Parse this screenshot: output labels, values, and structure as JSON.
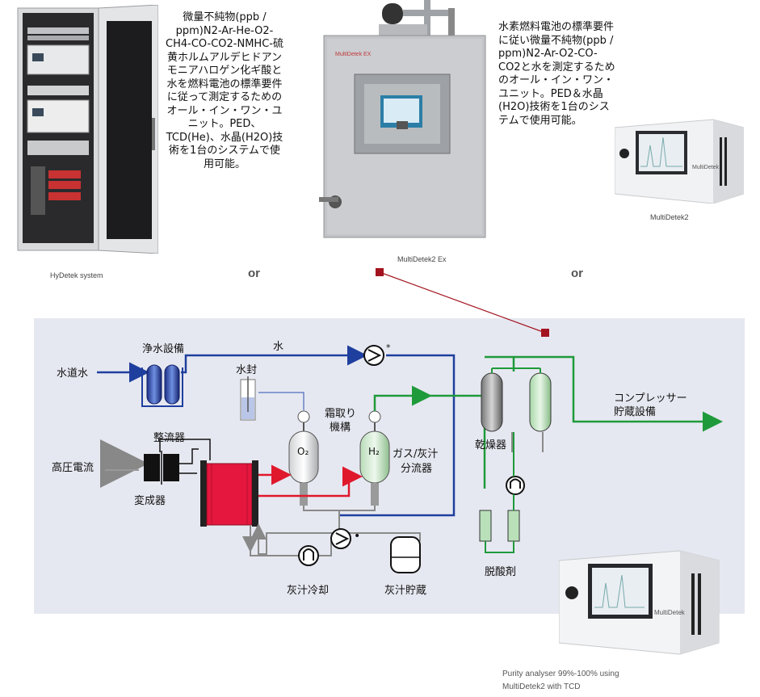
{
  "products": [
    {
      "caption": "HyDetek system",
      "description": "微量不純物(ppb / ppm)N2-Ar-He-O2-CH4-CO-CO2-NMHC-硫黄ホルムアルデヒドアンモニアハロゲン化ギ酸と水を燃料電池の標準要件に従って測定するためのオール・イン・ワン・ユニット。PED、TCD(He)、水晶(H2O)技術を1台のシステムで使用可能。"
    },
    {
      "caption": "MultiDetek2 Ex",
      "badge": "MultiDetek EX"
    },
    {
      "caption": "MultiDetek2",
      "description": "水素燃料電池の標準要件に従い微量不純物(ppb / ppm)N2-Ar-O2-CO-CO2と水を測定するためのオール・イン・ワン・ユニット。PED＆水晶(H2O)技術を1台のシステムで使用可能。",
      "screen_brand": "MultiDetek"
    }
  ],
  "or_labels": [
    "or",
    "or"
  ],
  "diagram": {
    "labels": {
      "tap_water": "水道水",
      "water_treatment": "浄水設備",
      "water": "水",
      "pump_mark": "*",
      "water_seal": "水封",
      "defrost_l1": "霜取り",
      "defrost_l2": "機構",
      "rectifier": "整流器",
      "high_voltage": "高圧電流",
      "transformer": "変成器",
      "o2": "O₂",
      "h2": "H₂",
      "separator_l1": "ガス/灰汁",
      "separator_l2": "分流器",
      "dryer": "乾燥器",
      "compressor_l1": "コンプレッサー",
      "compressor_l2": "貯蔵設備",
      "deoxidizer": "脱酸剤",
      "lye_cooling": "灰汁冷却",
      "lye_storage": "灰汁貯蔵",
      "pump2_mark": "•"
    },
    "colors": {
      "water": "#1f3f9e",
      "hydrogen": "#1f9a3a",
      "oxygen": "#e0182c",
      "lye": "#8a8a8a",
      "connector": "#a3131f"
    }
  },
  "bottom_product": {
    "caption_l1": "Purity analyser 99%-100% using",
    "caption_l2": "MultiDetek2 with TCD",
    "screen_brand": "MultiDetek"
  }
}
